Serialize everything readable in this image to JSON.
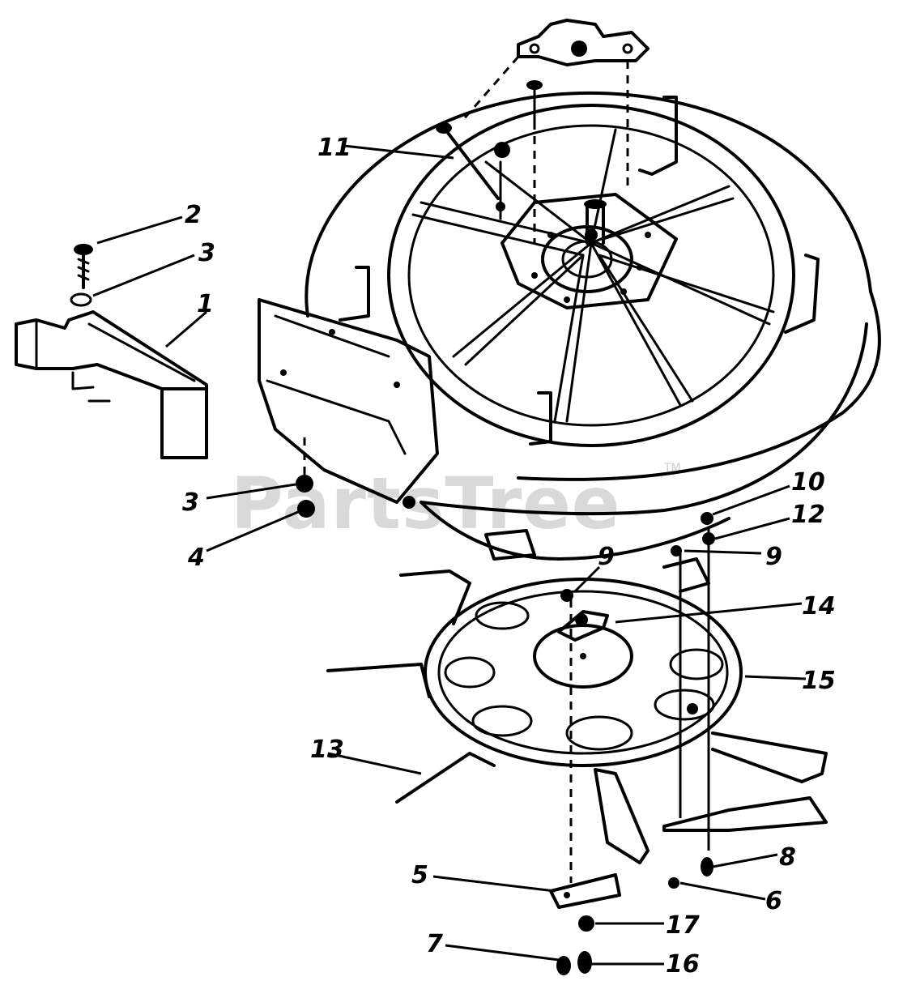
{
  "watermark": {
    "text": "PartsTree",
    "trademark": "TM"
  },
  "callouts": {
    "c1": "1",
    "c2": "2",
    "c3a": "3",
    "c3b": "3",
    "c4": "4",
    "c5": "5",
    "c6": "6",
    "c7": "7",
    "c8": "8",
    "c9a": "9",
    "c9b": "9",
    "c10": "10",
    "c11": "11",
    "c12": "12",
    "c13": "13",
    "c14": "14",
    "c15": "15",
    "c16": "16",
    "c17": "17"
  }
}
